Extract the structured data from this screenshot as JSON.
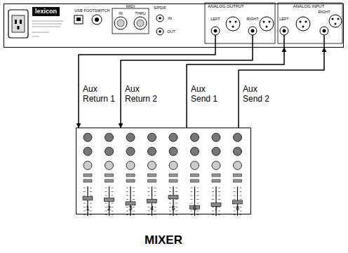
{
  "diagram": {
    "nodes": [
      {
        "text": [
          "lexicon"
        ]
      },
      {
        "text": [
          "MIXER"
        ]
      }
    ],
    "edges": [
      {
        "from": 0,
        "to": 1,
        "label": "Aux Return 1",
        "arrow": "to"
      },
      {
        "from": 0,
        "to": 1,
        "label": "Aux Return 2",
        "arrow": "to"
      },
      {
        "from": 1,
        "to": 0,
        "label": "Aux Send 1",
        "arrow": "to"
      },
      {
        "from": 1,
        "to": 0,
        "label": "Aux Send 2",
        "arrow": "to"
      }
    ],
    "labels": [
      "USB",
      "FOOTSWITCH",
      "MIDI",
      "IN",
      "THRU",
      "S/PDIF",
      "IN",
      "OUT",
      "ANALOG OUTPUT",
      "LEFT",
      "RIGHT",
      "ANALOG INPUT",
      "LEFT",
      "RIGHT",
      "1",
      "2",
      "3",
      "4",
      "5",
      "6",
      "7",
      "8"
    ]
  }
}
